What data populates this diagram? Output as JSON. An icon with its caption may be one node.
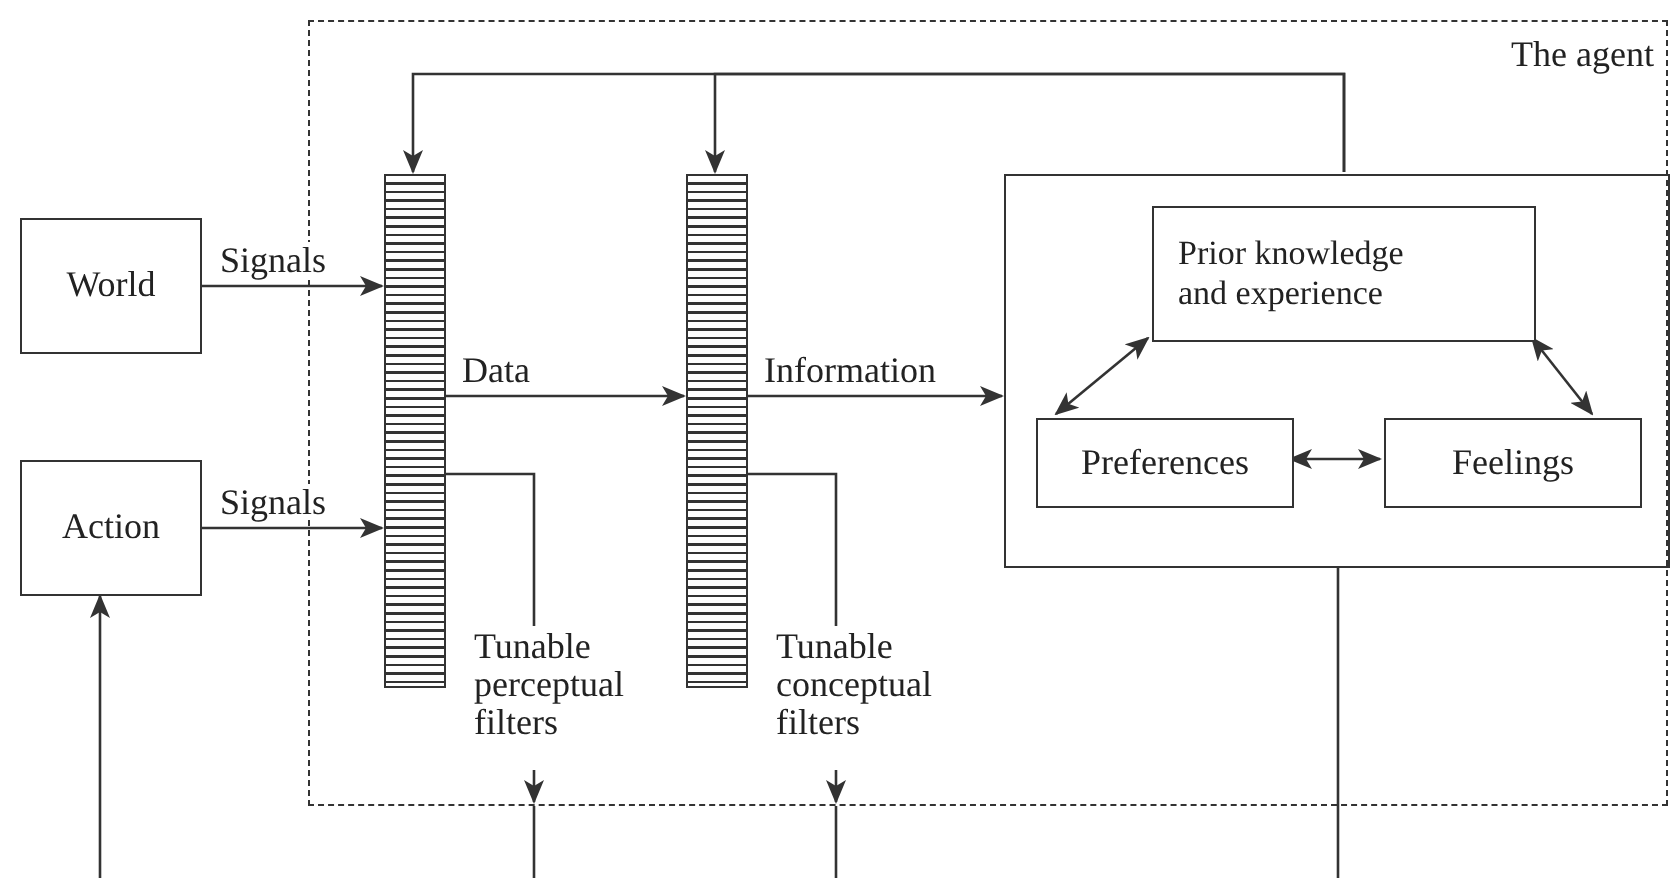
{
  "diagram": {
    "nodes": [
      {
        "text": [
          "The agent"
        ]
      },
      {
        "text": [
          "World"
        ]
      },
      {
        "text": [
          "Action"
        ]
      },
      {
        "text": [],
        "shape": "bar",
        "in": 0
      },
      {
        "text": [],
        "shape": "bar",
        "in": 0
      },
      {
        "text": [],
        "shape": "box",
        "in": 0
      },
      {
        "text": [
          "Prior knowledge and experience"
        ],
        "in": 5
      },
      {
        "text": [
          "Preferences"
        ],
        "in": 5
      },
      {
        "text": [
          "Feelings"
        ],
        "in": 5
      },
      {
        "text": [
          "Tunable perceptual filters"
        ],
        "in": 0
      },
      {
        "text": [
          "Tunable conceptual filters"
        ],
        "in": 0
      }
    ],
    "edges": [
      {
        "from": 1,
        "to": 3,
        "arrow": "to",
        "label": "Signals"
      },
      {
        "from": 2,
        "to": 3,
        "arrow": "to",
        "label": "Signals"
      },
      {
        "from": 3,
        "to": 4,
        "arrow": "to",
        "label": "Data"
      },
      {
        "from": 4,
        "to": 5,
        "arrow": "to",
        "label": "Information"
      },
      {
        "from": 5,
        "to": 3,
        "arrow": "to"
      },
      {
        "from": 5,
        "to": 4,
        "arrow": "to"
      },
      {
        "from": 6,
        "to": 7,
        "arrow": "both"
      },
      {
        "from": 6,
        "to": 8,
        "arrow": "both"
      },
      {
        "from": 7,
        "to": 8,
        "arrow": "both"
      },
      {
        "from": 3,
        "to": 9,
        "arrow": "none"
      },
      {
        "from": 4,
        "to": 10,
        "arrow": "none"
      },
      {
        "from": 9,
        "to": null,
        "arrow": "to"
      },
      {
        "from": 10,
        "to": null,
        "arrow": "to"
      },
      {
        "from": 5,
        "to": null,
        "arrow": "none"
      },
      {
        "from": null,
        "to": 2,
        "arrow": "to"
      },
      {
        "from": 0,
        "to": null,
        "arrow": "none"
      },
      {
        "from": 0,
        "to": null,
        "arrow": "none"
      }
    ]
  }
}
